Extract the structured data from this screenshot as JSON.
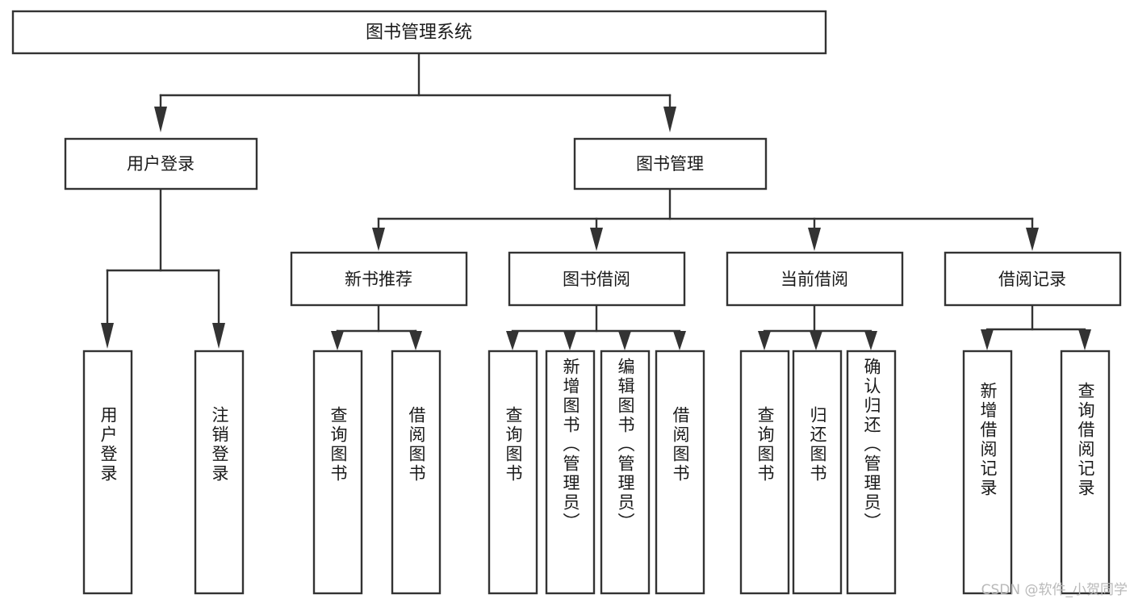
{
  "diagram": {
    "title": "图书管理系统",
    "type": "hierarchy-tree",
    "colors": {
      "stroke": "#333333",
      "fill": "#ffffff",
      "text": "#1a1a1a",
      "watermark": "#b9b9b9"
    },
    "root": {
      "label": "图书管理系统"
    },
    "level2": [
      {
        "label": "用户登录"
      },
      {
        "label": "图书管理"
      }
    ],
    "level3": [
      {
        "label": "新书推荐"
      },
      {
        "label": "图书借阅"
      },
      {
        "label": "当前借阅"
      },
      {
        "label": "借阅记录"
      }
    ],
    "leaves": {
      "user_login": [
        {
          "label": "用户登录"
        },
        {
          "label": "注销登录"
        }
      ],
      "new_book": [
        {
          "label": "查询图书"
        },
        {
          "label": "借阅图书"
        }
      ],
      "book_borrow": [
        {
          "label": "查询图书"
        },
        {
          "label": "新增图书（管理员）"
        },
        {
          "label": "编辑图书（管理员）"
        },
        {
          "label": "借阅图书"
        }
      ],
      "current_borrow": [
        {
          "label": "查询图书"
        },
        {
          "label": "归还图书"
        },
        {
          "label": "确认归还（管理员）"
        }
      ],
      "borrow_record": [
        {
          "label": "新增借阅记录"
        },
        {
          "label": "查询借阅记录"
        }
      ]
    }
  },
  "watermark": {
    "text": "CSDN @软件_小贺同学"
  }
}
